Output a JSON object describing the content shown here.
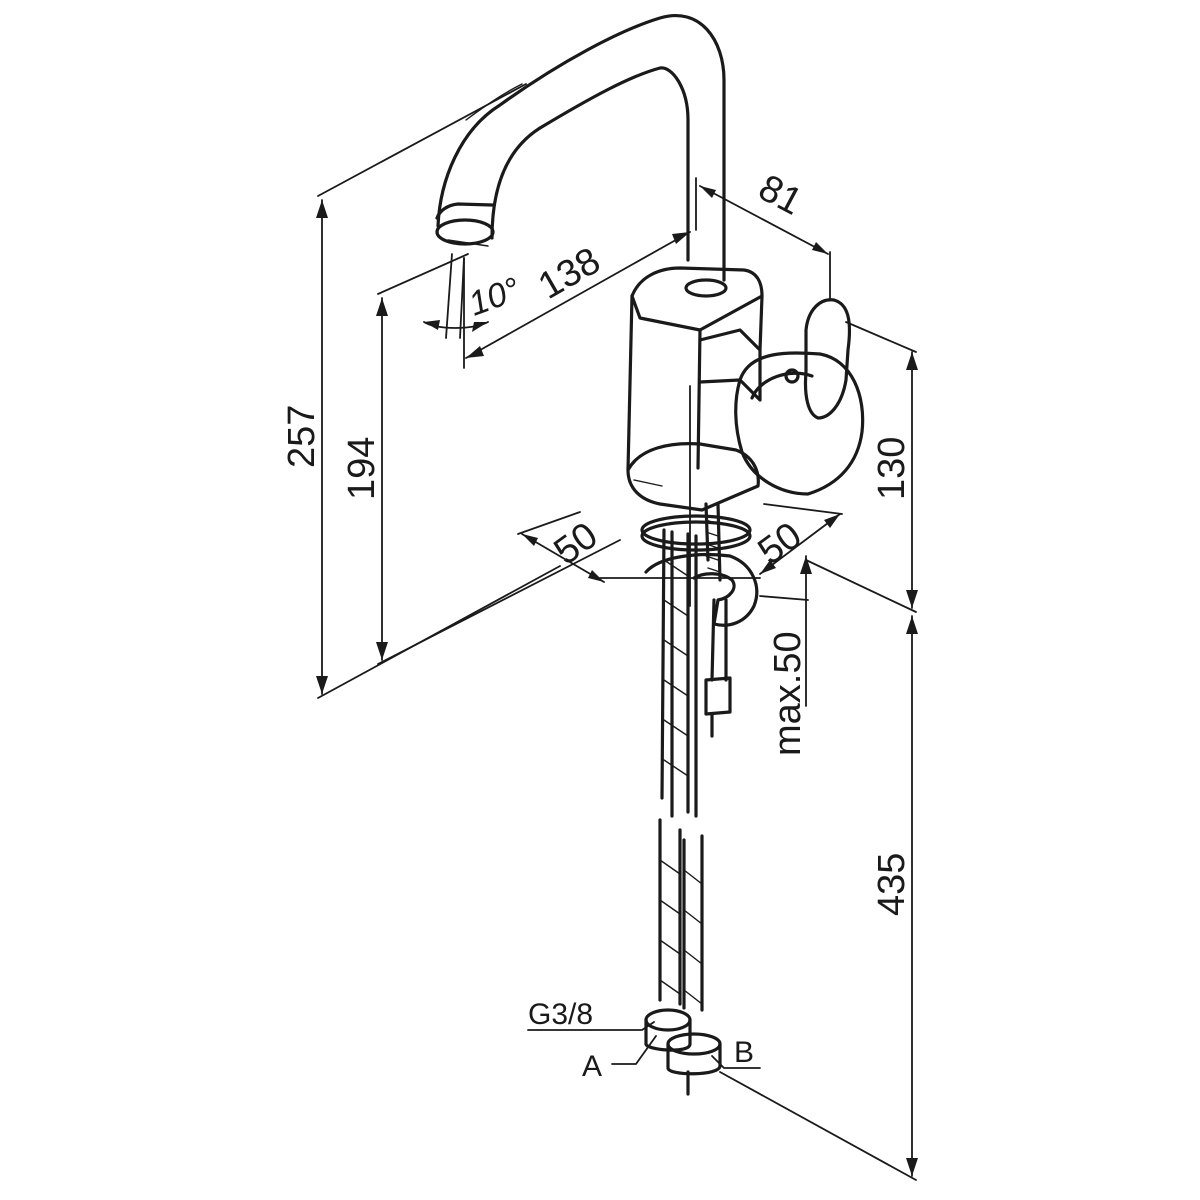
{
  "dimensions": {
    "overall_height": "257",
    "spout_height": "194",
    "spout_reach": "138",
    "spout_angle": "10°",
    "lever_offset": "81",
    "body_height": "130",
    "base_width_left": "50",
    "base_width_right": "50",
    "max_deck_thickness": "max.50",
    "hose_length": "435"
  },
  "labels": {
    "thread": "G3/8",
    "connector_a": "A",
    "connector_b": "B"
  },
  "colors": {
    "line": "#1a1a1a",
    "background": "#ffffff"
  }
}
